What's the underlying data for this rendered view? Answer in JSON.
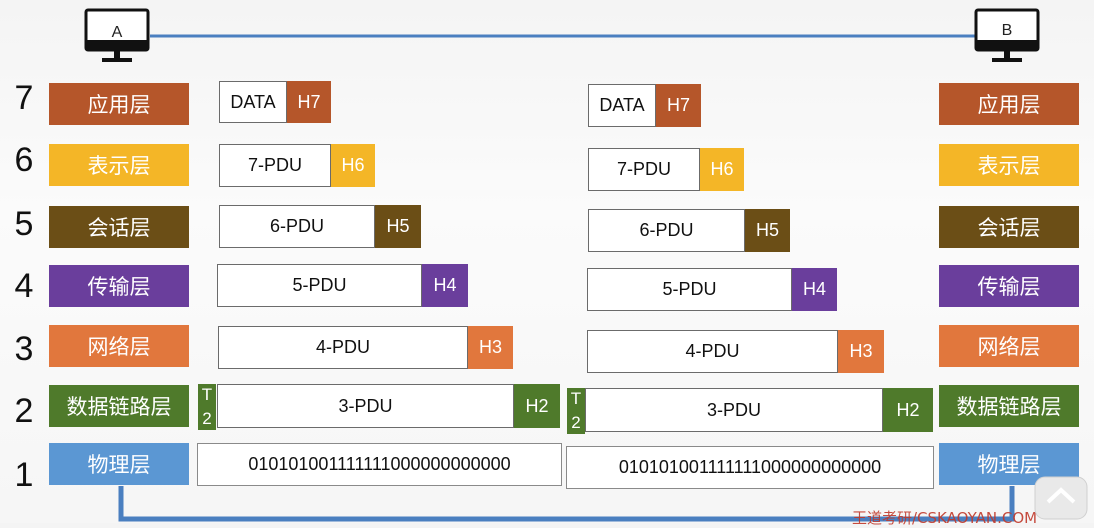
{
  "hosts": {
    "left": "A",
    "right": "B"
  },
  "layer_numbers": [
    "7",
    "6",
    "5",
    "4",
    "3",
    "2",
    "1"
  ],
  "layers": [
    {
      "name": "应用层",
      "color": "#b5562a"
    },
    {
      "name": "表示层",
      "color": "#f4b627"
    },
    {
      "name": "会话层",
      "color": "#6b4e16"
    },
    {
      "name": "传输层",
      "color": "#6a3e9c"
    },
    {
      "name": "网络层",
      "color": "#e1773d"
    },
    {
      "name": "数据链路层",
      "color": "#4f7a2b"
    },
    {
      "name": "物理层",
      "color": "#5b97d3"
    }
  ],
  "pdus": [
    {
      "body": "DATA",
      "header": "H7"
    },
    {
      "body": "7-PDU",
      "header": "H6"
    },
    {
      "body": "6-PDU",
      "header": "H5"
    },
    {
      "body": "5-PDU",
      "header": "H4"
    },
    {
      "body": "4-PDU",
      "header": "H3"
    },
    {
      "body": "3-PDU",
      "header": "H2",
      "trailer": [
        "T",
        "2"
      ]
    }
  ],
  "bitstream": "010101001111111000000000000",
  "watermark": "王道考研/CSKAOYAN.COM",
  "colors": {
    "link_line": "#4a7fc0",
    "border": "#6b6b6b"
  }
}
